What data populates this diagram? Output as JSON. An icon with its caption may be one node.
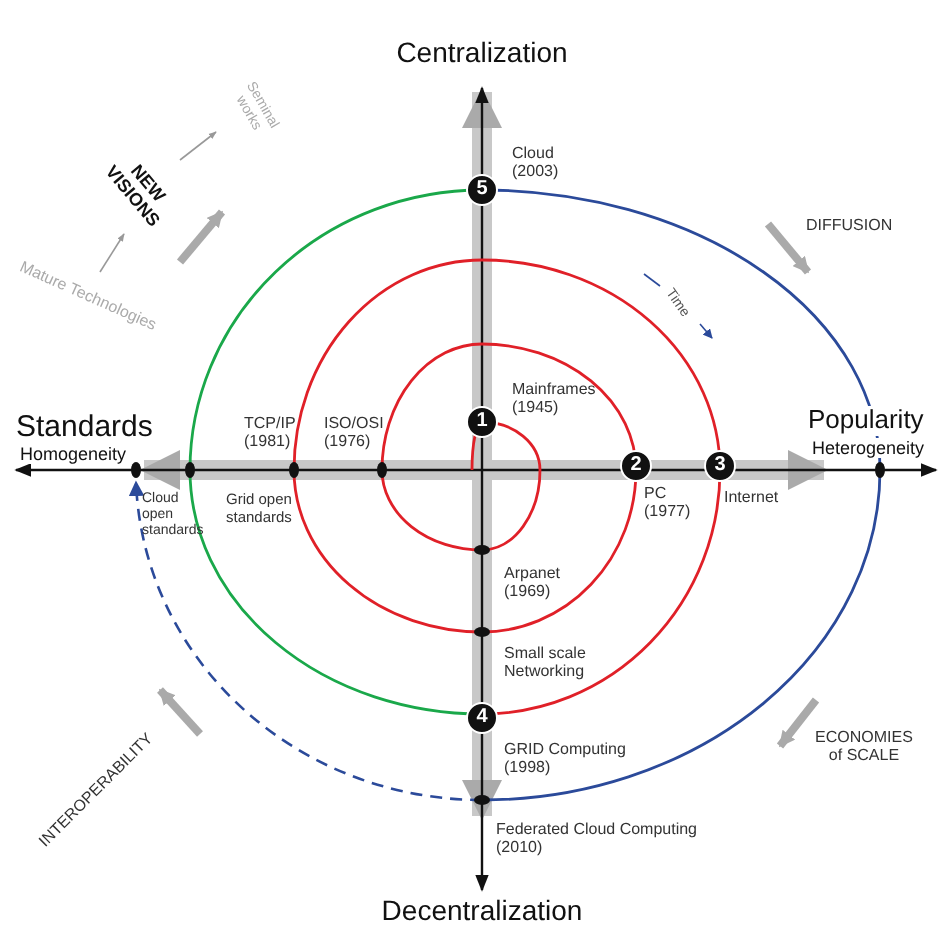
{
  "diagram": {
    "labels": [
      "Centralization",
      "Seminal works",
      "NEW VISIONS",
      "Mature Technologies",
      "Cloud (2003)",
      "5",
      "DIFFUSION",
      "Time",
      "Mainframes (1945)",
      "1",
      "Standards",
      "Homogeneity",
      "TCP/IP (1981)",
      "ISO/OSI (1976)",
      "2",
      "3",
      "Popularity",
      "Heterogeneity",
      "Cloud open standards",
      "Grid open standards",
      "PC (1977)",
      "Internet",
      "Arpanet (1969)",
      "Small scale Networking",
      "4",
      "GRID Computing (1998)",
      "INTEROPERABILITY",
      "ECONOMIES of SCALE",
      "Federated Cloud Computing (2010)",
      "Decentralization"
    ]
  }
}
